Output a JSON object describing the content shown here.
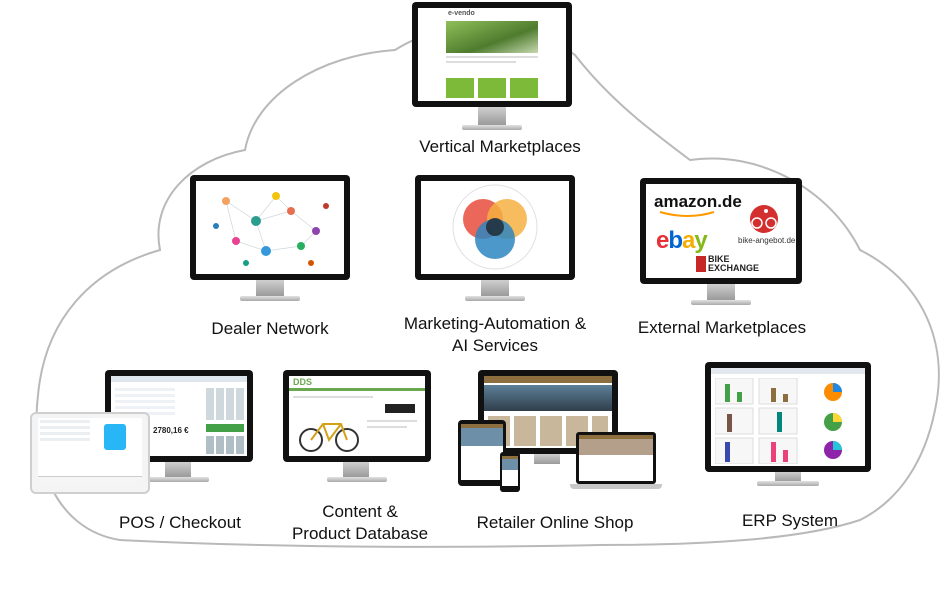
{
  "nodes": {
    "vertical": {
      "label": "Vertical Marketplaces",
      "brand": "e-vendo"
    },
    "dealer": {
      "label": "Dealer Network"
    },
    "marketing": {
      "label_line1": "Marketing-Automation &",
      "label_line2": "AI Services"
    },
    "external": {
      "label": "External Marketplaces",
      "logos": {
        "amazon": "amazon.de",
        "ebay": "ebay",
        "bike_angebot": "bike-angebot.de",
        "bike_exchange_1": "BIKE",
        "bike_exchange_2": "EXCHANGE"
      }
    },
    "pos": {
      "label": "POS / Checkout",
      "total": "2780,16 €"
    },
    "content": {
      "label_line1": "Content &",
      "label_line2": "Product Database",
      "brand": "DDS"
    },
    "retailer": {
      "label": "Retailer Online Shop"
    },
    "erp": {
      "label": "ERP System"
    }
  },
  "colors": {
    "amazon": "#111111",
    "amazon_smile": "#f90",
    "ebay_e": "#e53238",
    "ebay_b": "#0064d2",
    "ebay_a": "#f5af02",
    "ebay_y": "#86b817",
    "bike_angebot": "#d32f2f",
    "bike_exchange": "#c62828",
    "shop_green": "#7dba3a",
    "dds_green": "#6aa84f"
  }
}
